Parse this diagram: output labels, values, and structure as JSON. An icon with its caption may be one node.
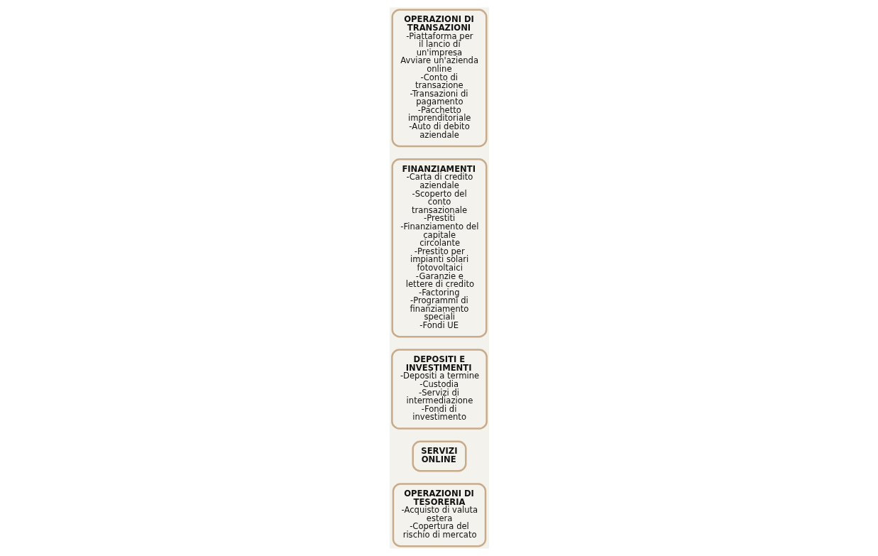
{
  "diagram": {
    "nodes": [
      {
        "text": [
          "OPERAZIONI DI TRANSAZIONI",
          "-Piattaforma per il lancio di un'impresa",
          "Avviare un'azienda online",
          "-Conto di transazione",
          "-Transazioni di pagamento",
          "-Pacchetto imprenditoriale",
          "-Auto di debito aziendale"
        ]
      },
      {
        "text": [
          "FINANZIAMENTI",
          "-Carta di credito aziendale",
          "-Scoperto del conto transazionale",
          "-Prestiti",
          "-Finanziamento del capitale circolante",
          "-Prestito per impianti solari fotovoltaici",
          "-Garanzie e lettere di credito",
          "-Factoring",
          "-Programmi di finanziamento speciali",
          "-Fondi UE"
        ]
      },
      {
        "text": [
          "DEPOSITI E INVESTIMENTI",
          "-Depositi a termine",
          "-Custodia",
          "-Servizi di intermediazione",
          "-Fondi di investimento"
        ]
      },
      {
        "text": [
          "SERVIZI ONLINE"
        ]
      },
      {
        "text": [
          "OPERAZIONI DI TESORERIA",
          "-Acquisto di valuta estera",
          "-Copertura del rischio di mercato"
        ]
      }
    ],
    "edges": []
  }
}
